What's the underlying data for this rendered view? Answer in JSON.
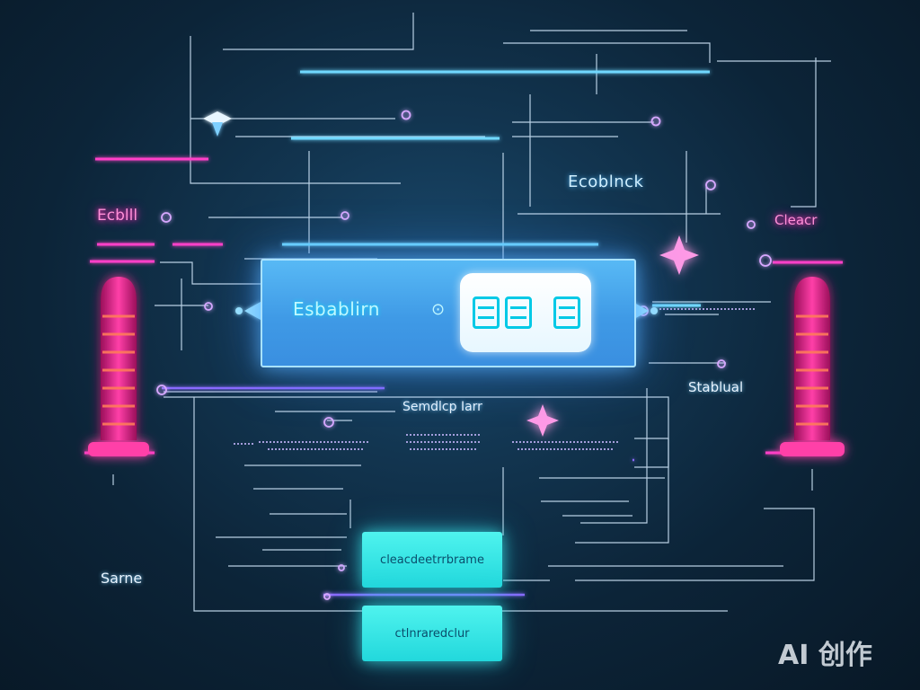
{
  "diagram": {
    "main_title": "Esbablirn",
    "main_circle_glyph": "⊙",
    "labels": {
      "top_center": "Ecoblnck",
      "left_pink": "Ecblll",
      "right_pink": "Cleacr",
      "right_mid": "Stablual",
      "center_sub": "Semdlcp Iarr",
      "left_low": "Sarne",
      "box_upper": "cleacdeetrrbrame",
      "box_lower": "ctlnraredclur"
    }
  },
  "colors": {
    "background": "#0c2438",
    "accent_cyan": "#4ff3ee",
    "accent_blue": "#3f9ae6",
    "accent_pink": "#ff2fb8",
    "accent_purple": "#8a55ff"
  },
  "watermark": "AI 创作",
  "icons": [
    "diamond-node-icon",
    "four-point-star-icon",
    "circle-node-icon",
    "glowing-pillar-icon"
  ]
}
